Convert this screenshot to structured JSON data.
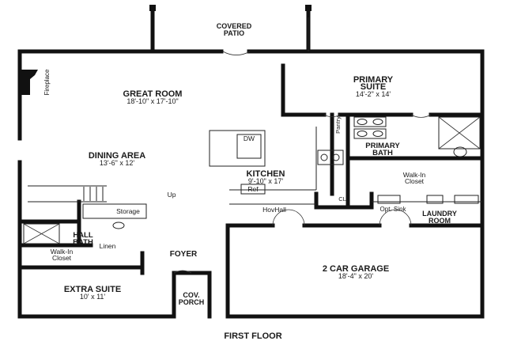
{
  "rooms": {
    "covered_patio": {
      "name_line1": "COVERED",
      "name_line2": "PATIO"
    },
    "great_room": {
      "name": "GREAT ROOM",
      "size": "18'-10\" x 17'-10\""
    },
    "dining_area": {
      "name": "DINING AREA",
      "size": "13'-6\" x 12'"
    },
    "kitchen": {
      "name": "KITCHEN",
      "size": "9'-10\" x 17'"
    },
    "primary_suite": {
      "name_line1": "PRIMARY",
      "name_line2": "SUITE",
      "size": "14'-2\" x 14'"
    },
    "primary_bath": {
      "name_line1": "PRIMARY",
      "name_line2": "BATH"
    },
    "walk_in_closet_primary": {
      "line1": "Walk-In",
      "line2": "Closet"
    },
    "laundry_room": {
      "name_line1": "LAUNDRY",
      "name_line2": "ROOM"
    },
    "garage": {
      "name": "2 CAR GARAGE",
      "size": "18'-4\" x 20'"
    },
    "hall_bath": {
      "name_line1": "HALL",
      "name_line2": "BATH"
    },
    "walk_in_closet_extra": {
      "line1": "Walk-In",
      "line2": "Closet"
    },
    "extra_suite": {
      "name": "EXTRA SUITE",
      "size": "10' x 11'"
    },
    "foyer": {
      "name": "FOYER"
    },
    "cov_porch": {
      "name_line1": "COV.",
      "name_line2": "PORCH"
    }
  },
  "fixtures": {
    "fireplace": "Fireplace",
    "pantry": "Pantry",
    "dw": "DW",
    "ref": "Ref",
    "up": "Up",
    "storage": "Storage",
    "linen": "Linen",
    "hovhall": "HovHall",
    "cl": "CL",
    "opt_sink": "Opt. Sink"
  },
  "floor_label": "FIRST FLOOR"
}
